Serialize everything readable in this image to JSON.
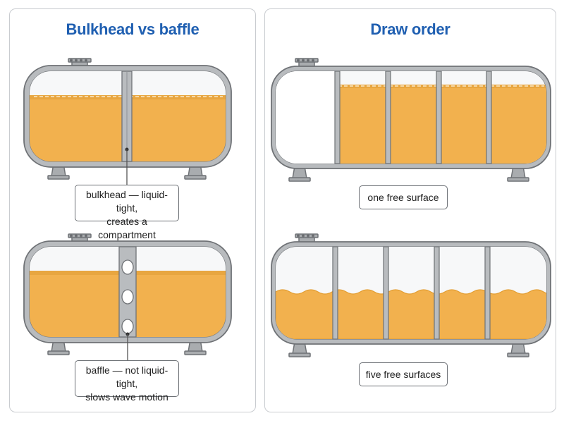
{
  "colors": {
    "liquid": "#f2b14e",
    "liquid_dark": "#e39e33",
    "shell": "#8c8f93",
    "title": "#1f5fb1"
  },
  "left_panel": {
    "title": "Bulkhead vs baffle",
    "bulkhead_callout": {
      "line1": "bulkhead — liquid-tight,",
      "line2": "creates a compartment"
    },
    "baffle_callout": {
      "line1": "baffle — not liquid-tight,",
      "line2": "slows wave motion"
    }
  },
  "right_panel": {
    "title": "Draw order",
    "top_callout": "one free surface",
    "bottom_callout": "five free surfaces"
  }
}
